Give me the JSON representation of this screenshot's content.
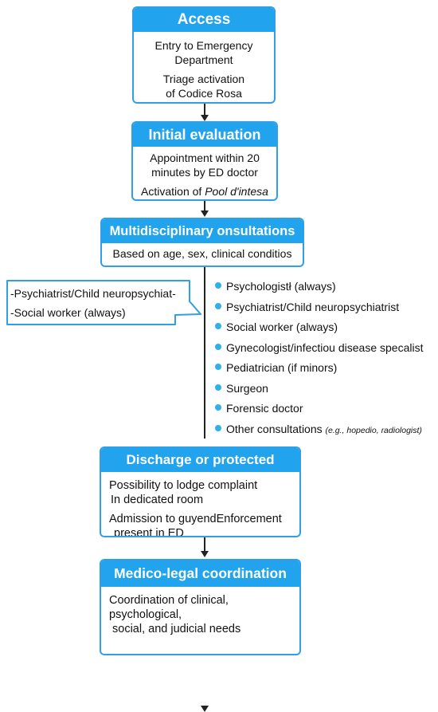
{
  "access": {
    "title": "Access",
    "line1": "Entry to Emergency",
    "line2": "Department",
    "line3": "Triage activation",
    "line4": "of Codice Rosa"
  },
  "initial_evaluation": {
    "title": "Initial evaluation",
    "line1": "Appointment within 20",
    "line2": "minutes by ED doctor",
    "line3_prefix": "Activation of ",
    "line3_italic": "Pool d'intesa"
  },
  "multidisciplinary": {
    "title": "Multidisciplinary onsultations",
    "subtitle": "Based on age, sex, clinical conditios"
  },
  "callout": {
    "line1": "-Psychiatrist/Child neuropsychiat-",
    "line2": "-Social worker (always)"
  },
  "consultations": [
    "Psychologistł (always)",
    "Psychiatrist/Child neuropsychiatrist",
    "Social worker (always)",
    "Gynecologist/infectiou disease specalist",
    "Pediatrician (if minors)",
    "Surgeon",
    "Forensic doctor"
  ],
  "other_consultations": {
    "label": "Other consultations ",
    "note": "(e.g., hopedio, radiologist)"
  },
  "discharge": {
    "title": "Discharge or protected amisiso",
    "line1": "Possibility to lodge complaint",
    "line2": "In dedicated room",
    "line3": "Admission to guyendEnforcement",
    "line4": "present in ED"
  },
  "medico_legal": {
    "title": "Medico-legal coordination",
    "line1": "Coordination of clinical, psychological,",
    "line2": "social, and judicial needs"
  },
  "colors": {
    "accent": "#22a3ee",
    "border": "#2fa0e6",
    "bullet": "#2fb0ea",
    "arrow": "#222222"
  }
}
